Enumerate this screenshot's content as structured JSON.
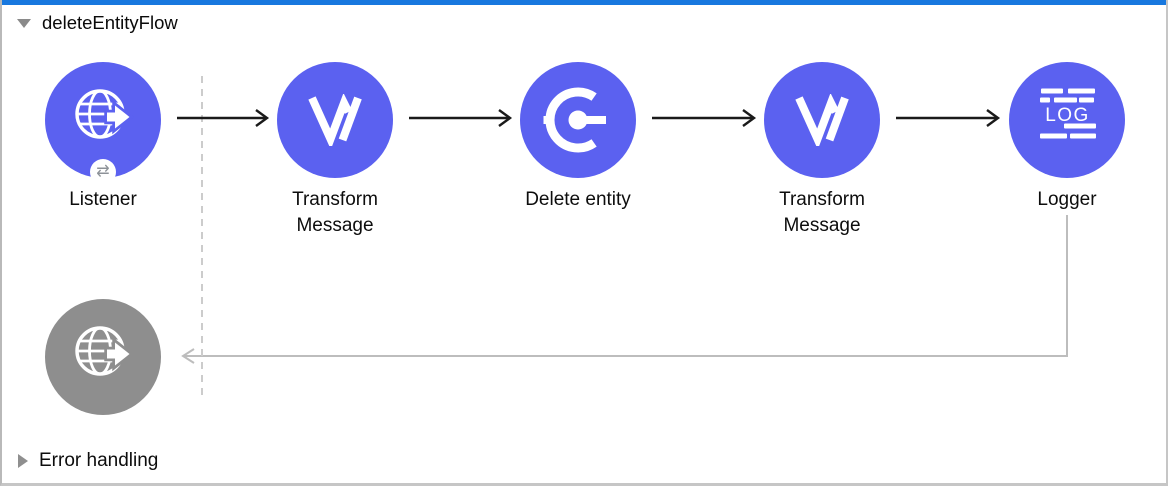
{
  "flow": {
    "title": "deleteEntityFlow",
    "collapsed": false,
    "nodes": [
      {
        "label": "Listener",
        "icon": "http-listener-globe-icon",
        "badge_glyph": "⇄"
      },
      {
        "label": "Transform Message",
        "icon": "dataweave-icon"
      },
      {
        "label": "Delete entity",
        "icon": "connector-icon"
      },
      {
        "label": "Transform Message",
        "icon": "dataweave-icon"
      },
      {
        "label": "Logger",
        "icon": "logger-icon",
        "icon_text": "LOG"
      }
    ],
    "response_node": {
      "icon": "http-response-globe-icon"
    },
    "error_handling": {
      "label": "Error handling",
      "collapsed": true
    }
  },
  "colors": {
    "node_blue": "#5b61f0",
    "node_gray": "#8e8e8e",
    "selection_top_bar_blue": "#1878df",
    "connector_black": "#1a1a1a",
    "return_path_gray": "#bdbdbd",
    "dashed_guide_gray": "#cccccc",
    "border_gray": "#c6c6c6",
    "badge_glyph_gray": "#8d9298"
  }
}
